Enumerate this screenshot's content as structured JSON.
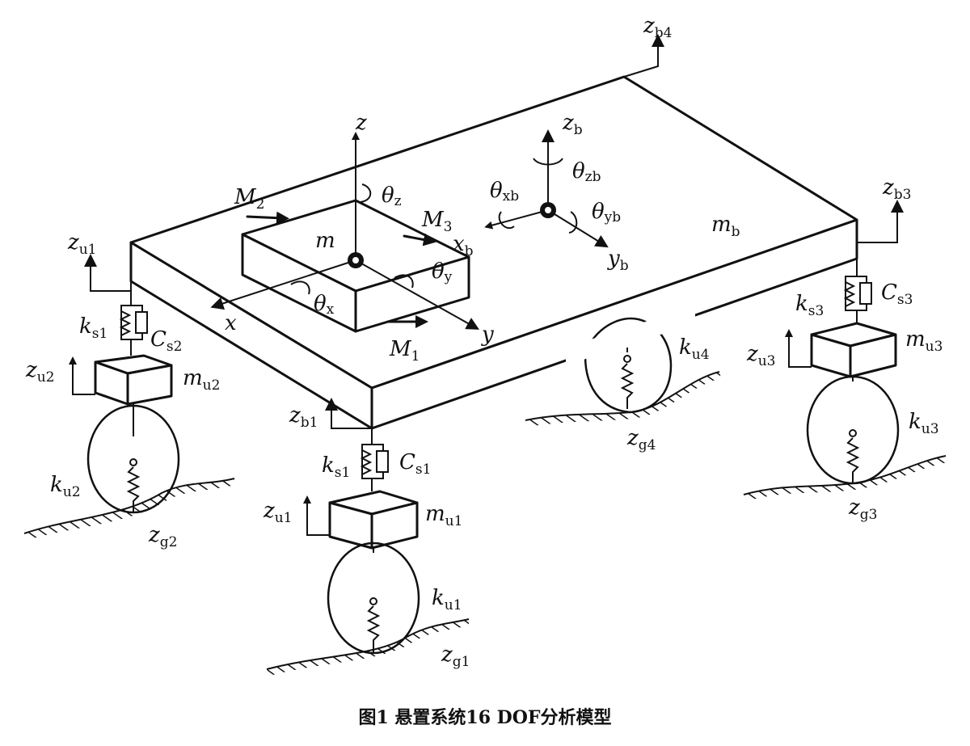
{
  "caption": "图1  悬置系统16 DOF分析模型",
  "labels": {
    "z": "z",
    "x": "x",
    "y": "y",
    "M": "M",
    "M1_sub": "1",
    "M2_sub": "2",
    "M3_sub": "3",
    "m": "m",
    "theta": "θ",
    "tx_sub": "x",
    "ty_sub": "y",
    "tz_sub": "z",
    "zb_sub": "b",
    "xb_sub": "b",
    "yb_sub": "b",
    "txb_sub": "xb",
    "tyb_sub": "yb",
    "tzb_sub": "zb",
    "mb_sub": "b",
    "k": "k",
    "C": "C",
    "s1": "s1",
    "s2": "s2",
    "s3": "s3",
    "u1": "u1",
    "u2": "u2",
    "u3": "u3",
    "u4": "u4",
    "g1": "g1",
    "g2": "g2",
    "g3": "g3",
    "g4": "g4",
    "b1": "b1",
    "b3": "b3",
    "b4": "b4"
  }
}
